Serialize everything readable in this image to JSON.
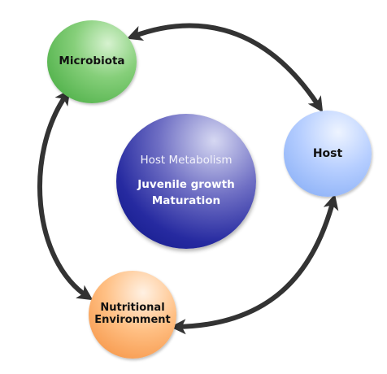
{
  "nodes": {
    "microbiota": {
      "label": "Microbiota",
      "color": "#4caf50"
    },
    "host": {
      "label": "Host",
      "color": "#8fb4f7"
    },
    "nutritional": {
      "label_line1": "Nutritional",
      "label_line2": "Environment",
      "color": "#f79a4a"
    },
    "metabolism": {
      "title": "Host Metabolism",
      "items": [
        "Juvenile growth",
        "Maturation"
      ],
      "color": "#1a2090"
    }
  },
  "arrow_color": "#333333",
  "connections": [
    {
      "from": "microbiota",
      "to": "host",
      "direction": "bidirectional"
    },
    {
      "from": "host",
      "to": "nutritional",
      "direction": "bidirectional"
    },
    {
      "from": "nutritional",
      "to": "microbiota",
      "direction": "bidirectional"
    }
  ]
}
